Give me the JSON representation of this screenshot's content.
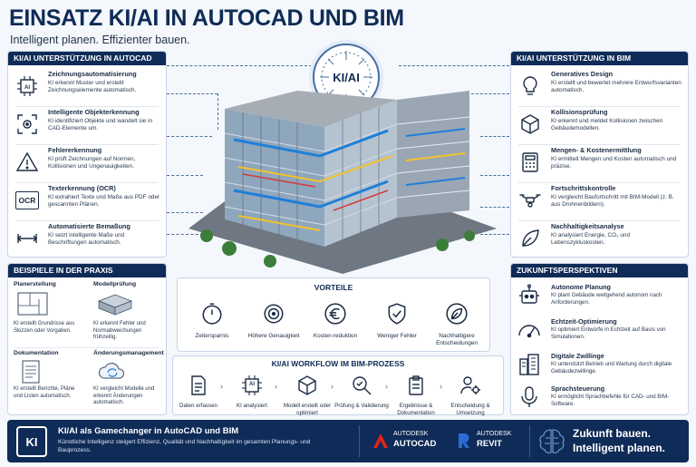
{
  "header": {
    "title": "EINSATZ KI/AI IN AUTOCAD UND BIM",
    "subtitle": "Intelligent planen. Effizienter bauen."
  },
  "center_badge": "KI/AI",
  "left_panel": {
    "title": "KI/AI UNTERSTÜTZUNG IN AUTOCAD",
    "items": [
      {
        "icon": "ai-chip-icon",
        "title": "Zeichnungsautomatisierung",
        "desc": "KI erkennt Muster und erstellt Zeichnungselemente automatisch."
      },
      {
        "icon": "object-recognition-icon",
        "title": "Intelligente Objekterkennung",
        "desc": "KI identifiziert Objekte und wandelt sie in CAD-Elemente um."
      },
      {
        "icon": "warning-icon",
        "title": "Fehlererkennung",
        "desc": "KI prüft Zeichnungen auf Normen, Kollisionen und Ungenauigkeiten."
      },
      {
        "icon": "ocr-icon",
        "ocr_label": "OCR",
        "title": "Texterkennung (OCR)",
        "desc": "KI extrahiert Texte und Maße aus PDF oder gescannten Plänen."
      },
      {
        "icon": "dimension-icon",
        "title": "Automatisierte Bemaßung",
        "desc": "KI setzt intelligente Maße und Beschriftungen automatisch."
      }
    ]
  },
  "right_panel": {
    "title": "KI/AI UNTERSTÜTZUNG IN BIM",
    "items": [
      {
        "icon": "lightbulb-icon",
        "title": "Generatives Design",
        "desc": "KI erstellt und bewertet mehrere Entwurfsvarianten automatisch."
      },
      {
        "icon": "collision-cube-icon",
        "title": "Kollisionsprüfung",
        "desc": "KI erkennt und meldet Kollisionen zwischen Gebäudemodellen."
      },
      {
        "icon": "calculator-icon",
        "title": "Mengen- & Kostenermittlung",
        "desc": "KI ermittelt Mengen und Kosten automatisch und präzise."
      },
      {
        "icon": "drone-icon",
        "title": "Fortschrittskontrolle",
        "desc": "KI vergleicht Baufortschritt mit BIM-Modell (z. B. aus Drohnenbildern)."
      },
      {
        "icon": "leaf-icon",
        "title": "Nachhaltigkeitsanalyse",
        "desc": "KI analysiert Energie, CO₂ und Lebenszykluskosten."
      }
    ]
  },
  "examples_panel": {
    "title": "BEISPIELE IN DER PRAXIS",
    "items": [
      {
        "title": "Planerstellung",
        "desc": "KI erstellt Grundrisse aus Skizzen oder Vorgaben."
      },
      {
        "title": "Modellprüfung",
        "desc": "KI erkennt Fehler und Normabweichungen frühzeitig."
      },
      {
        "title": "Dokumentation",
        "desc": "KI erstellt Berichte, Pläne und Listen automatisch."
      },
      {
        "title": "Änderungsmanagement",
        "desc": "KI vergleicht Modelle und erkennt Änderungen automatisch."
      }
    ]
  },
  "advantages": {
    "title": "VORTEILE",
    "items": [
      {
        "icon": "stopwatch-icon",
        "label": "Zeitersparnis"
      },
      {
        "icon": "target-icon",
        "label": "Höhere Genauigkeit"
      },
      {
        "icon": "euro-icon",
        "label": "Kosten-reduktion"
      },
      {
        "icon": "shield-check-icon",
        "label": "Weniger Fehler"
      },
      {
        "icon": "leaf-icon",
        "label": "Nachhaltigere Entscheidungen"
      }
    ]
  },
  "workflow": {
    "title": "KI/AI WORKFLOW IM BIM-PROZESS",
    "steps": [
      {
        "icon": "document-icon",
        "label": "Daten erfassen"
      },
      {
        "icon": "ai-chip-icon",
        "label": "KI analysiert",
        "chip": "AI"
      },
      {
        "icon": "cube-icon",
        "label": "Modell erstellt oder optimiert"
      },
      {
        "icon": "magnifier-check-icon",
        "label": "Prüfung & Validierung"
      },
      {
        "icon": "clipboard-icon",
        "label": "Ergebnisse & Dokumentation"
      },
      {
        "icon": "user-gear-icon",
        "label": "Entscheidung & Umsetzung"
      }
    ]
  },
  "future_panel": {
    "title": "ZUKUNFTSPERSPEKTIVEN",
    "items": [
      {
        "icon": "robot-icon",
        "title": "Autonome Planung",
        "desc": "KI plant Gebäude weitgehend autonom nach Anforderungen."
      },
      {
        "icon": "gauge-icon",
        "title": "Echtzeit-Optimierung",
        "desc": "KI optimiert Entwürfe in Echtzeit auf Basis von Simulationen."
      },
      {
        "icon": "buildings-icon",
        "title": "Digitale Zwillinge",
        "desc": "KI unterstützt Betrieb und Wartung durch digitale Gebäudezwillinge."
      },
      {
        "icon": "microphone-icon",
        "title": "Sprachsteuerung",
        "desc": "KI ermöglicht Sprachbefehle für CAD- und BIM-Software."
      }
    ]
  },
  "footer": {
    "badge": "KI",
    "title": "KI/AI als Gamechanger in AutoCAD und BIM",
    "desc": "Künstliche Intelligenz steigert Effizienz, Qualität und Nachhaltigkeit im gesamten Planungs- und Bauprozess.",
    "autocad_brand": "AUTODESK",
    "autocad_product": "AUTOCAD",
    "revit_brand": "AUTODESK",
    "revit_product": "REVIT",
    "slogan_line1": "Zukunft bauen.",
    "slogan_line2": "Intelligent planen.",
    "colors": {
      "navy": "#0f2b57",
      "autocad_red": "#e2231a",
      "revit_blue": "#2a6bd4",
      "accent_blue": "#1f7fd8"
    }
  }
}
